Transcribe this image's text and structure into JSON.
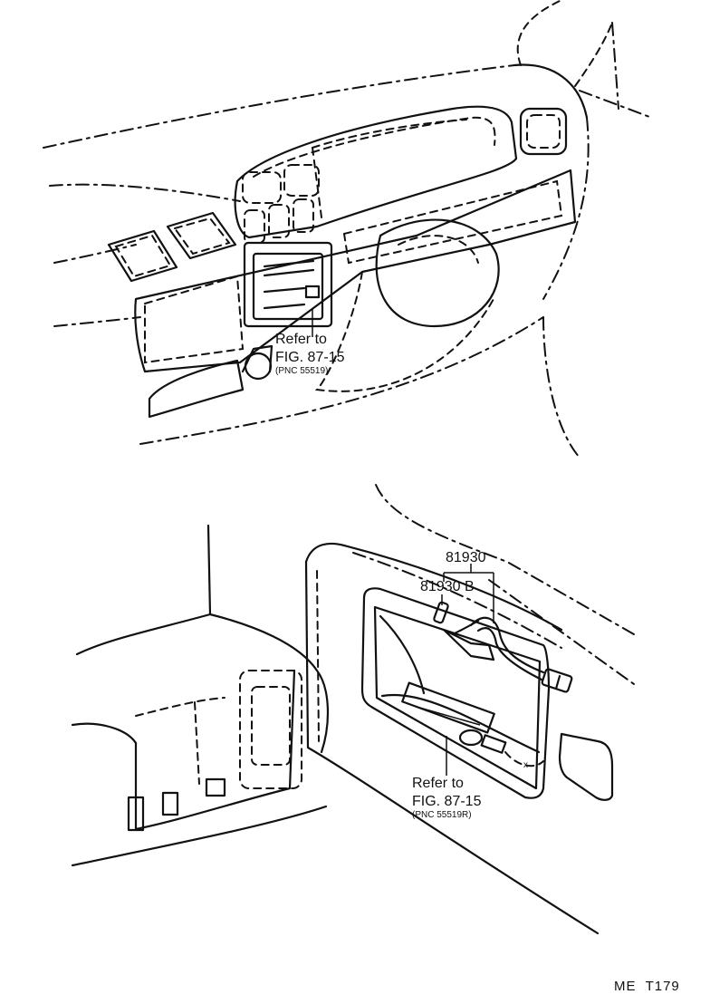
{
  "top_view": {
    "refer_line1": "Refer to",
    "refer_line2": "FIG. 87-15",
    "refer_line3": "(PNC 55519)"
  },
  "bottom_view": {
    "part_main": "81930",
    "part_sub": "81930 B",
    "refer_line1": "Refer to",
    "refer_line2": "FIG. 87-15",
    "refer_line3": "(PNC 55519R)"
  },
  "figure_code": "ME  T179"
}
